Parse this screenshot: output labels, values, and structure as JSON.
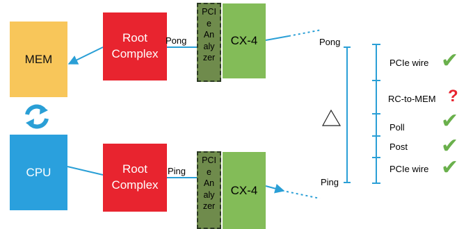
{
  "blocks": {
    "mem": "MEM",
    "cpu": "CPU",
    "root_complex_top": [
      "Root",
      "Complex"
    ],
    "root_complex_bottom": [
      "Root",
      "Complex"
    ],
    "analyzer_top": [
      "PCI",
      "e",
      "An",
      "aly",
      "zer"
    ],
    "analyzer_bottom": [
      "PCI",
      "e",
      "An",
      "aly",
      "zer"
    ],
    "cx4_top": "CX-4",
    "cx4_bottom": "CX-4"
  },
  "links": {
    "pong_left": "Pong",
    "ping_left": "Ping",
    "pong_right": "Pong",
    "ping_right": "Ping"
  },
  "timeline": {
    "items": [
      {
        "label": "PCIe wire",
        "status": "check"
      },
      {
        "label": "RC-to-MEM",
        "status": "question"
      },
      {
        "label": "Poll",
        "status": "check"
      },
      {
        "label": "Post",
        "status": "check"
      },
      {
        "label": "PCIe wire",
        "status": "check"
      }
    ]
  },
  "colors": {
    "mem": "#f8c65a",
    "cpu": "#2aa0dd",
    "root_complex": "#e8242f",
    "analyzer": "#6f8b4c",
    "cx4": "#83bc58",
    "arrow": "#2a9fd6",
    "check": "#6ab04c",
    "question": "#e8242f"
  },
  "icons": {
    "sync": "refresh-cycle-icon",
    "delta": "triangle-icon",
    "check": "check-icon",
    "question": "question-icon"
  }
}
